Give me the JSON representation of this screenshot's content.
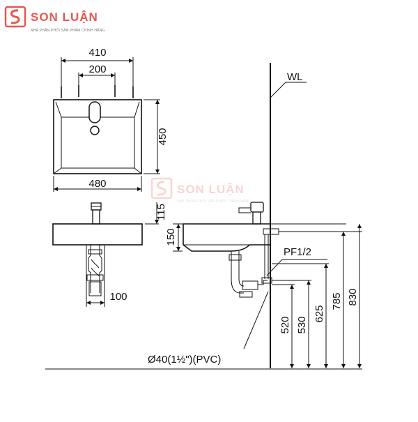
{
  "brand": {
    "name": "SON LUẬN",
    "tagline": "NHÀ PHÂN PHỐI SẢN PHẨM CHÍNH HÃNG",
    "logo_color": "#e8564f",
    "watermark_color": "#f3b4ae"
  },
  "top_view": {
    "overall_width": "410",
    "tap_spacing": "200",
    "depth": "450",
    "basin_width": "480"
  },
  "front_view": {
    "tap_height": "115",
    "basin_height": "150",
    "trap_offset": "100"
  },
  "side_view": {
    "wall_label": "WL",
    "inlet_label": "PF1/2",
    "drain_label": "Ø40(1½\")(PVC)",
    "heights": [
      "520",
      "530",
      "625",
      "785",
      "830"
    ]
  }
}
